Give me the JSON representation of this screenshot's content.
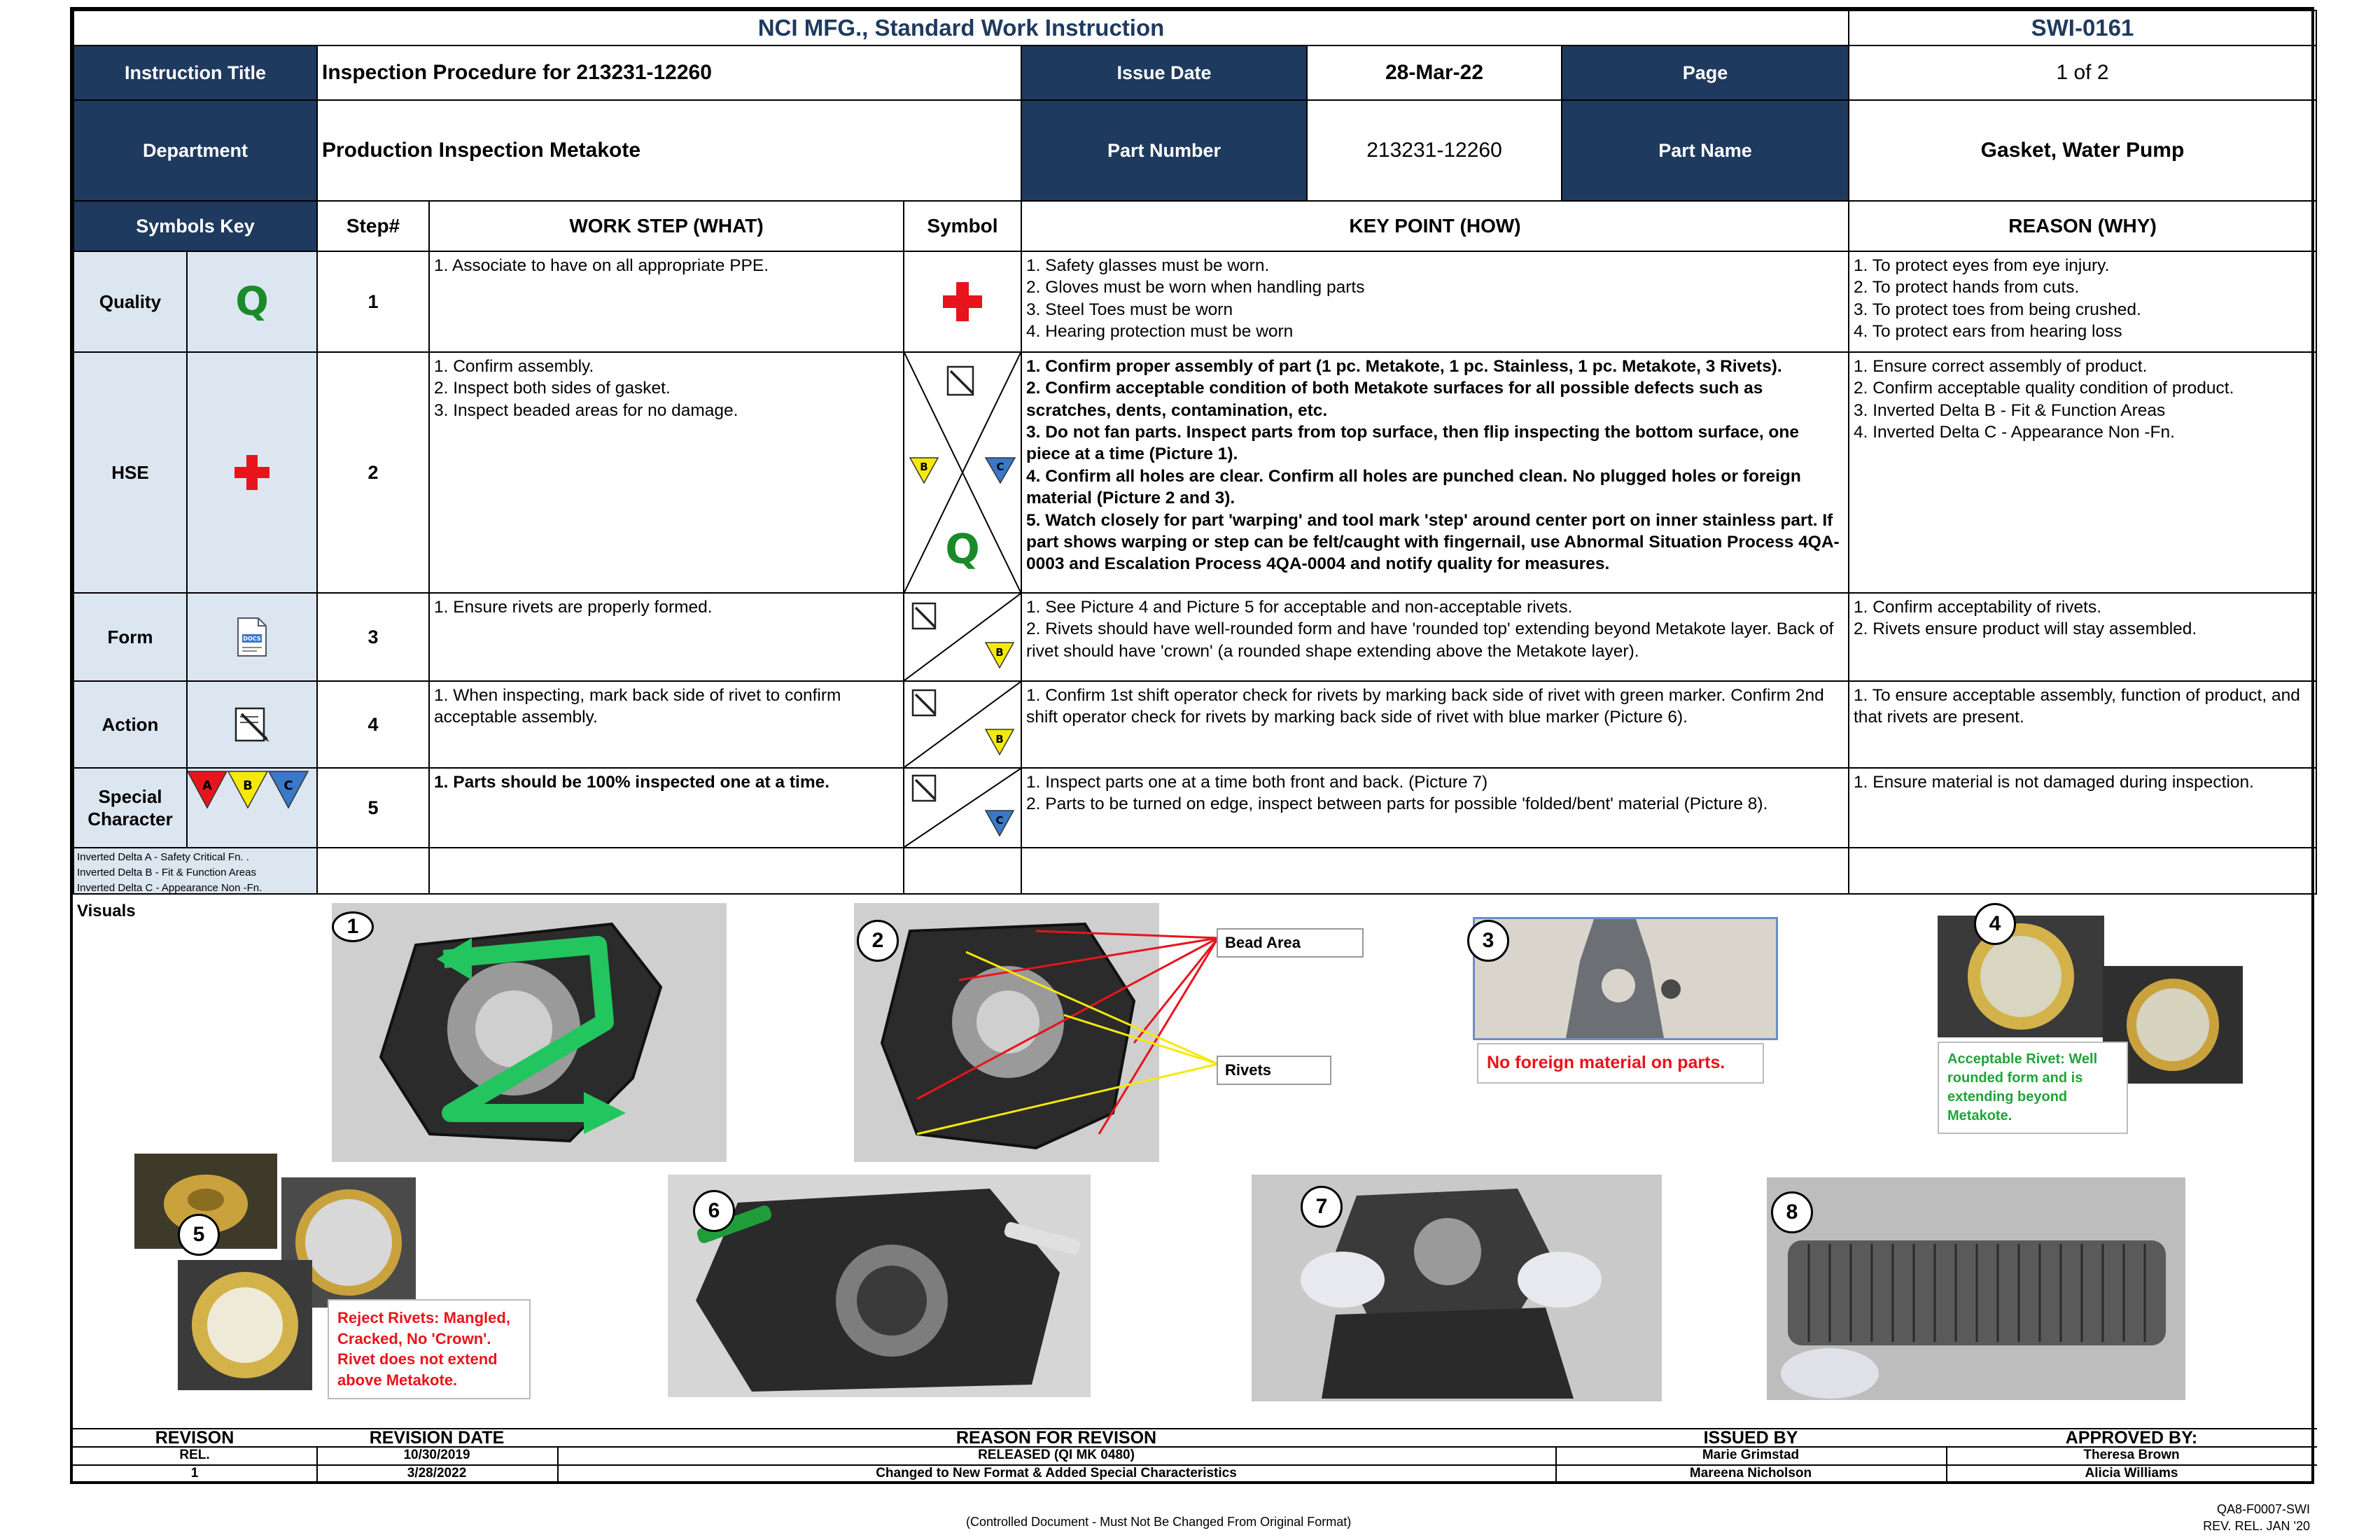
{
  "header": {
    "company_title": "NCI MFG., Standard Work Instruction",
    "doc_number": "SWI-0161",
    "instruction_title_label": "Instruction Title",
    "instruction_title": "Inspection Procedure for 213231-12260",
    "issue_date_label": "Issue Date",
    "issue_date": "28-Mar-22",
    "page_label": "Page",
    "page_value": "1 of 2",
    "department_label": "Department",
    "department": "Production Inspection Metakote",
    "part_number_label": "Part Number",
    "part_number": "213231-12260",
    "part_name_label": "Part Name",
    "part_name": "Gasket, Water Pump"
  },
  "columns": {
    "symbols_key": "Symbols Key",
    "step": "Step#",
    "work_step": "WORK STEP (WHAT)",
    "symbol": "Symbol",
    "key_point": "KEY POINT (HOW)",
    "reason": "REASON (WHY)"
  },
  "symbols_key": {
    "quality": "Quality",
    "quality_letter": "Q",
    "hse": "HSE",
    "form": "Form",
    "form_icon_text": "DOCS",
    "action": "Action",
    "special": "Special Character",
    "deltas": [
      "A",
      "B",
      "C"
    ],
    "delta_colors": [
      "#e8141c",
      "#f5e90c",
      "#3a78c8"
    ],
    "legend": [
      "Inverted Delta A - Safety Critical Fn. .",
      "Inverted Delta B - Fit & Function Areas",
      "Inverted Delta C  - Appearance Non -Fn."
    ]
  },
  "steps": [
    {
      "num": "1",
      "what": [
        "1. Associate to have on all appropriate PPE."
      ],
      "how": [
        "1. Safety glasses must be worn.",
        "2. Gloves must be worn when handling parts",
        "3. Steel Toes must be worn",
        "4. Hearing protection must be worn"
      ],
      "why": [
        "1. To protect eyes from eye injury.",
        "2. To protect hands from cuts.",
        "3. To protect toes from being crushed.",
        "4. To protect ears from hearing loss"
      ]
    },
    {
      "num": "2",
      "what": [
        "1. Confirm assembly.",
        "2. Inspect both sides of gasket.",
        "3. Inspect beaded areas for no damage."
      ],
      "how": [
        "1. Confirm proper assembly of part (1 pc. Metakote, 1 pc. Stainless, 1 pc. Metakote, 3 Rivets).",
        "2. Confirm acceptable condition of both Metakote surfaces for all possible defects such as scratches, dents, contamination, etc.",
        "3. Do not fan parts. Inspect parts from top surface, then flip inspecting the bottom surface, one piece at a time (Picture 1).",
        "4. Confirm all holes are clear. Confirm all holes are punched clean. No plugged holes or foreign material (Picture 2 and 3).",
        "5. Watch closely for part 'warping' and tool mark 'step' around center port on inner stainless part. If part shows warping or step can be felt/caught with fingernail, use Abnormal Situation Process 4QA-0003 and Escalation Process 4QA-0004 and notify quality for measures."
      ],
      "why": [
        "1. Ensure correct assembly of product.",
        "2. Confirm acceptable quality condition of product.",
        "3. Inverted Delta B - Fit & Function Areas",
        "4. Inverted Delta C  - Appearance Non -Fn."
      ]
    },
    {
      "num": "3",
      "what": [
        "1. Ensure rivets are properly formed."
      ],
      "how": [
        "1. See Picture 4 and Picture 5 for acceptable and non-acceptable rivets.",
        "2. Rivets should have well-rounded form and have 'rounded top' extending beyond Metakote layer. Back of rivet should have 'crown' (a rounded shape extending above the Metakote layer)."
      ],
      "why": [
        "1. Confirm acceptability of rivets.",
        "2. Rivets ensure product will stay assembled."
      ]
    },
    {
      "num": "4",
      "what": [
        "1. When inspecting, mark back side of rivet to confirm acceptable assembly."
      ],
      "how": [
        "1. Confirm 1st shift operator check for rivets by marking back side of rivet with green marker. Confirm 2nd shift operator check for rivets by marking back side of rivet with blue marker (Picture 6)."
      ],
      "why": [
        "1. To ensure acceptable assembly, function of product, and that rivets are present."
      ]
    },
    {
      "num": "5",
      "what": [
        "1. Parts should be 100% inspected one at a time."
      ],
      "how": [
        "1. Inspect parts one at a time both front and back. (Picture 7)",
        "2. Parts to be turned on edge, inspect between parts for possible 'folded/bent' material (Picture 8)."
      ],
      "why": [
        "1. Ensure material is not damaged during inspection."
      ]
    }
  ],
  "visuals": {
    "label": "Visuals",
    "callouts": [
      "1",
      "2",
      "3",
      "4",
      "5",
      "6",
      "7",
      "8"
    ],
    "bead_area": "Bead Area",
    "rivets": "Rivets",
    "no_foreign": "No foreign material on parts.",
    "acceptable": "Acceptable Rivet: Well rounded form and is extending beyond Metakote.",
    "reject": "Reject Rivets: Mangled, Cracked, No 'Crown'. Rivet does not extend above Metakote."
  },
  "revisions": {
    "headers": [
      "REVISON",
      "REVISION DATE",
      "REASON FOR REVISON",
      "ISSUED BY",
      "APPROVED BY:"
    ],
    "rows": [
      [
        "REL.",
        "10/30/2019",
        "RELEASED (QI MK 0480)",
        "Marie Grimstad",
        "Theresa Brown"
      ],
      [
        "1",
        "3/28/2022",
        "Changed to New Format & Added Special Characteristics",
        "Mareena Nicholson",
        "Alicia Williams"
      ]
    ]
  },
  "footer": {
    "controlled": "(Controlled Document - Must Not Be Changed From Original Format)",
    "form_no": "QA8-F0007-SWI",
    "rev_rel": "REV. REL. JAN '20"
  }
}
